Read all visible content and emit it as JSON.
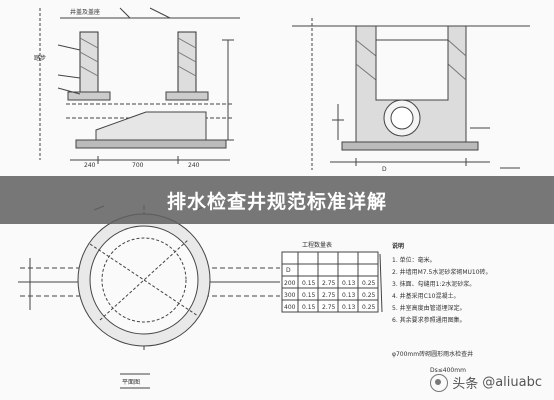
{
  "banner": {
    "title": "排水检查井规范标准详解"
  },
  "watermark": {
    "source": "头条",
    "handle": "@aliuabc"
  },
  "table": {
    "title": "工程数量表",
    "headers": [
      "D",
      "",
      "",
      "",
      ""
    ],
    "rows": [
      [
        "200",
        "0.15",
        "2.75",
        "0.13",
        "0.25"
      ],
      [
        "300",
        "0.15",
        "2.75",
        "0.13",
        "0.25"
      ],
      [
        "400",
        "0.15",
        "2.75",
        "0.13",
        "0.25"
      ]
    ]
  },
  "notes": {
    "heading": "说明",
    "lines": [
      "1. 单位：毫米。",
      "2. 井墙用M7.5水泥砂浆砌MU10砖。",
      "3. 抹面、勾缝用1:2水泥砂浆。",
      "4. 井基采用C10混凝土。",
      "5. 井室高度由管道埋深定。",
      "6. 其余要求参照通用图集。"
    ]
  },
  "drawing": {
    "dim_240": "240",
    "dim_700": "700",
    "dim_d": "D",
    "plan_label": "平面图",
    "bottom_caption": "φ700mm砖砌圆形雨水检查井",
    "bottom_caption_2": "Ds≤400mm",
    "left_label_1": "井盖及盖座",
    "left_label_2": "踏步"
  }
}
